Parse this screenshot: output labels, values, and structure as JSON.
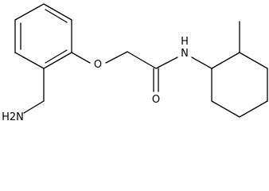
{
  "molecule": {
    "atoms": {
      "oxygen_ether": "O",
      "oxygen_carbonyl": "O",
      "nitrogen_amide": "N",
      "hydrogen_amide": "H",
      "amine_group": "H2N"
    }
  },
  "colors": {
    "background": "#ffffff",
    "bond": "#000000",
    "label": "#000000"
  }
}
